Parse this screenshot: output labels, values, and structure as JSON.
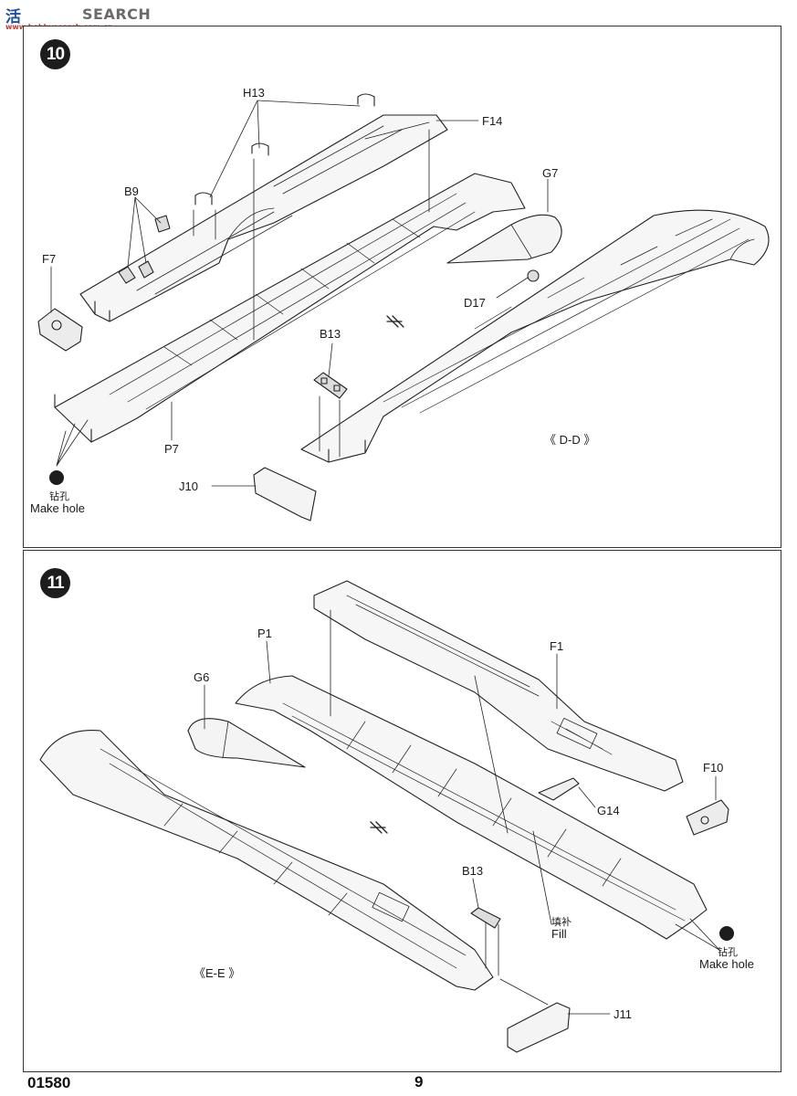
{
  "watermark": {
    "brand_cn": "活",
    "brand_en": "SEARCH",
    "url": "www.hobbysearch.com.cn"
  },
  "steps": [
    {
      "number": "10",
      "view_label": "《 D-D 》",
      "parts": [
        "H13",
        "F14",
        "B9",
        "G7",
        "F7",
        "D17",
        "B13",
        "P7",
        "J10"
      ],
      "drill_note": {
        "cn": "钻孔",
        "en": "Make hole"
      }
    },
    {
      "number": "11",
      "view_label": "《E-E 》",
      "parts": [
        "P1",
        "F1",
        "G6",
        "F10",
        "G14",
        "B13",
        "J11"
      ],
      "fill_note": {
        "cn": "填补",
        "en": "Fill"
      },
      "drill_note": {
        "cn": "钻孔",
        "en": "Make hole"
      }
    }
  ],
  "footer": {
    "code": "01580",
    "page": "9"
  }
}
